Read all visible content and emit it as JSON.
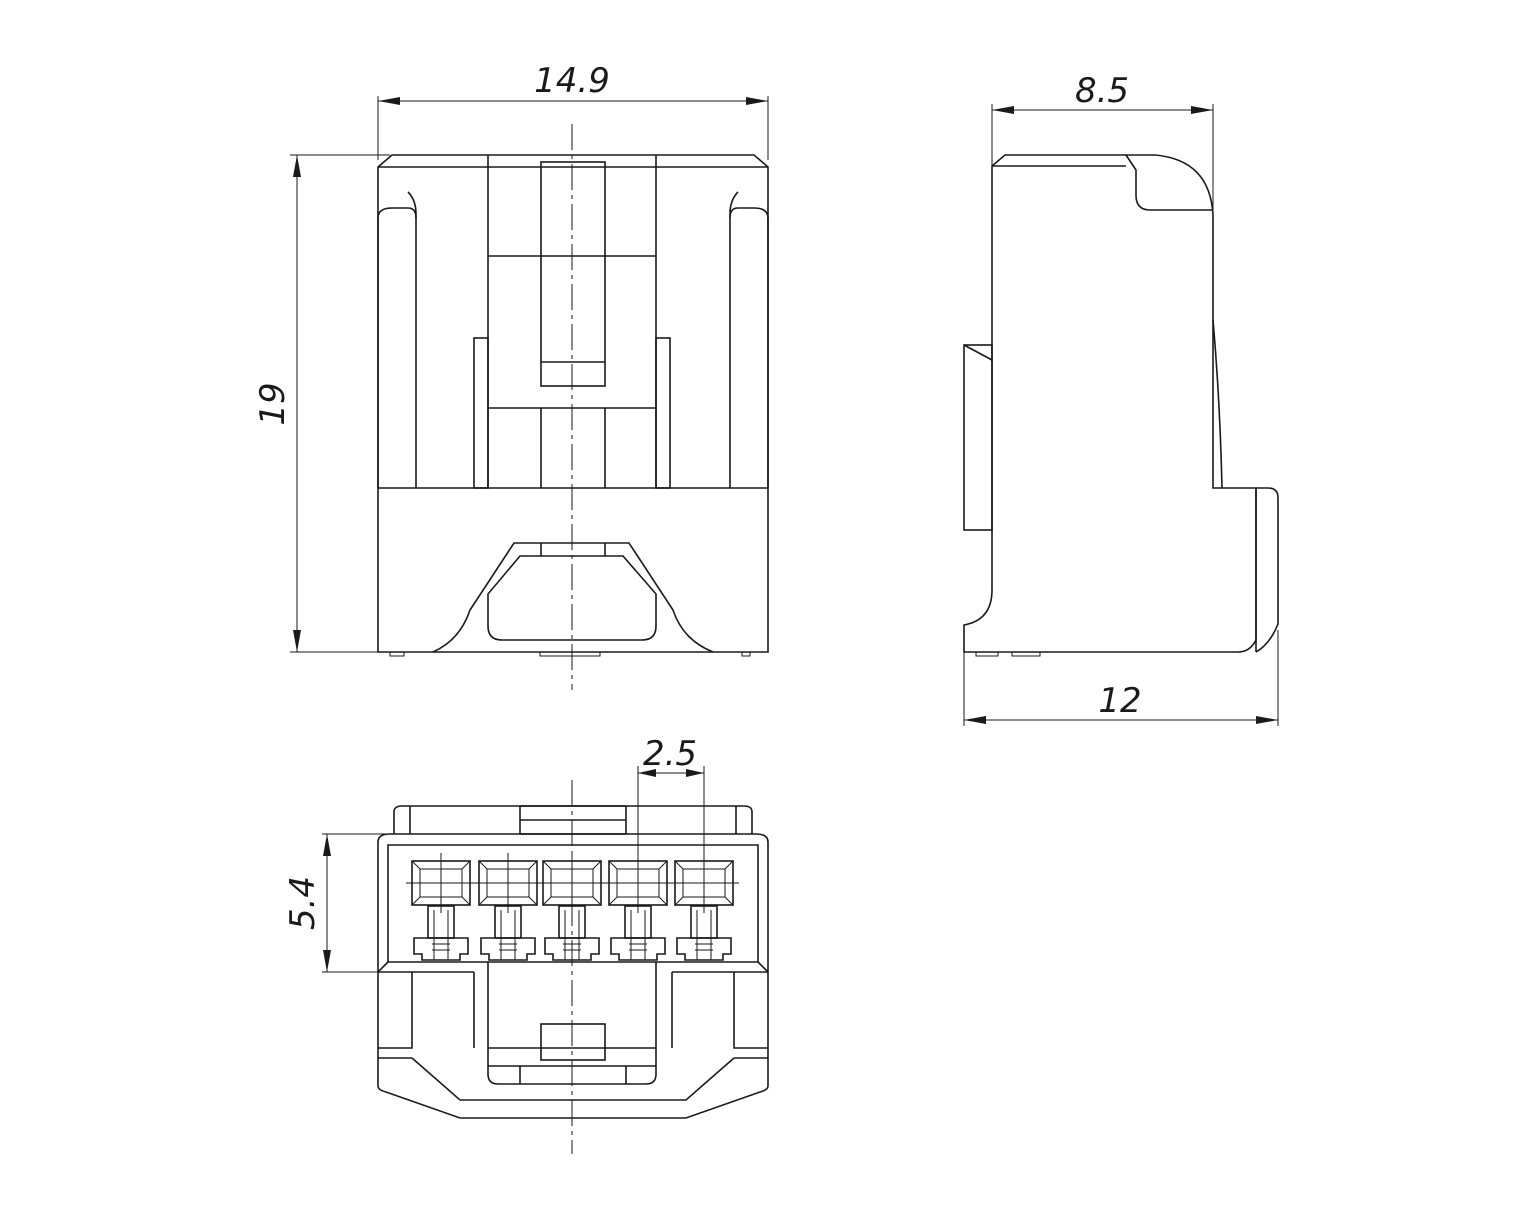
{
  "dimensions": {
    "front_width": "14.9",
    "front_height": "19",
    "side_top_depth": "8.5",
    "side_total_depth": "12",
    "pin_pitch": "2.5",
    "face_height": "5.4"
  },
  "colors": {
    "line": "#1a1a1a",
    "background": "#ffffff"
  }
}
